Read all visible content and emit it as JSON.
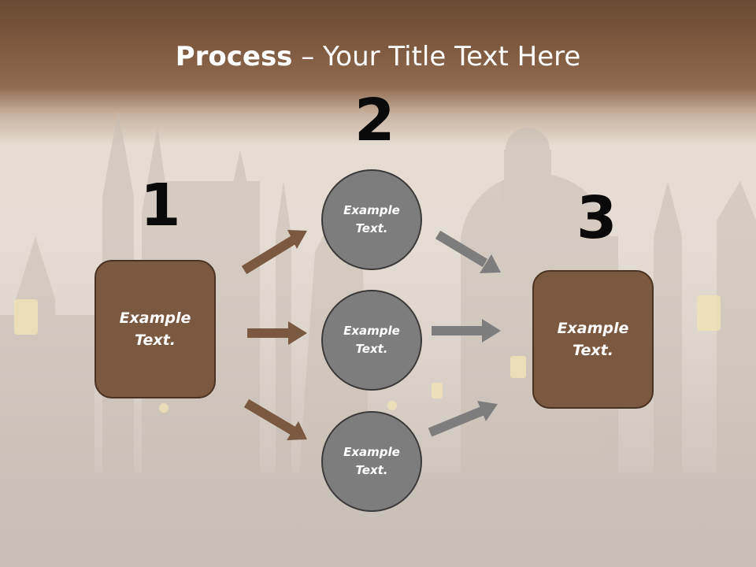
{
  "title": {
    "bold": "Process",
    "rest": " – Your Title Text Here"
  },
  "steps": {
    "one": "1",
    "two": "2",
    "three": "3"
  },
  "left_box": {
    "line1": "Example",
    "line2": "Text."
  },
  "right_box": {
    "line1": "Example",
    "line2": "Text."
  },
  "circles": [
    {
      "line1": "Example",
      "line2": "Text."
    },
    {
      "line1": "Example",
      "line2": "Text."
    },
    {
      "line1": "Example",
      "line2": "Text."
    }
  ],
  "colors": {
    "brown": "#7b5840",
    "gray": "#7d7d7d",
    "title_bar": "#7e5a40"
  }
}
